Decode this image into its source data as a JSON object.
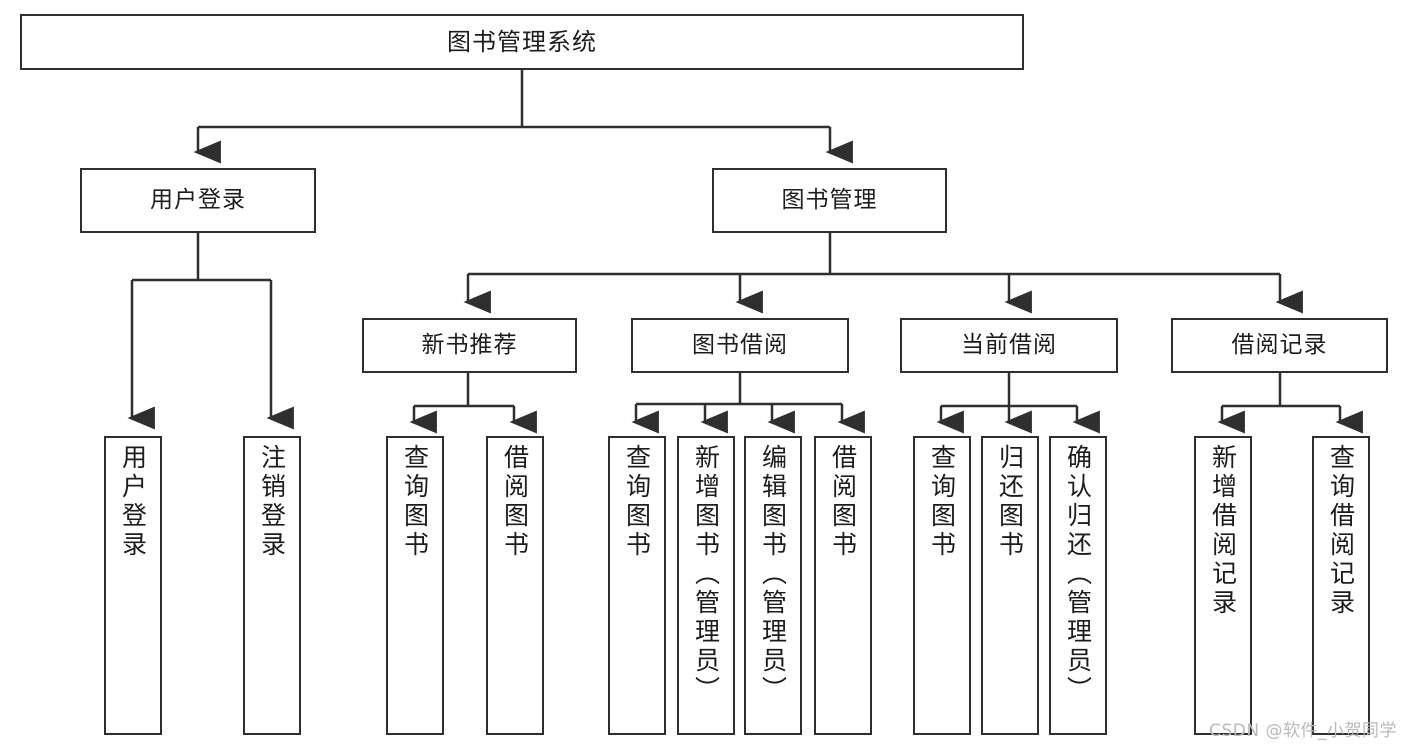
{
  "diagram": {
    "title": "图书管理系统",
    "type": "tree",
    "watermark": "CSDN @软件_小贺同学",
    "colors": {
      "stroke": "#2f2f2f",
      "fill": "#ffffff",
      "text": "#1d1d1d",
      "watermark": "#b9b9b9"
    }
  },
  "nodes": {
    "root": {
      "label": "图书管理系统"
    },
    "level1": [
      {
        "id": "user-login",
        "label": "用户登录"
      },
      {
        "id": "book-manage",
        "label": "图书管理"
      }
    ],
    "level2": [
      {
        "id": "new-book-rec",
        "label": "新书推荐"
      },
      {
        "id": "book-borrow",
        "label": "图书借阅"
      },
      {
        "id": "current-borrow",
        "label": "当前借阅"
      },
      {
        "id": "borrow-record",
        "label": "借阅记录"
      }
    ],
    "leaves": {
      "user_login": [
        {
          "id": "leaf-user-login",
          "label": "用户登录"
        },
        {
          "id": "leaf-logout-login",
          "label": "注销登录"
        }
      ],
      "new_book_rec": [
        {
          "id": "leaf-query-book-1",
          "label": "查询图书"
        },
        {
          "id": "leaf-borrow-book-1",
          "label": "借阅图书"
        }
      ],
      "book_borrow": [
        {
          "id": "leaf-query-book-2",
          "label": "查询图书"
        },
        {
          "id": "leaf-add-book",
          "label": "新增图书（管理员）"
        },
        {
          "id": "leaf-edit-book",
          "label": "编辑图书（管理员）"
        },
        {
          "id": "leaf-borrow-book-2",
          "label": "借阅图书"
        }
      ],
      "current_borrow": [
        {
          "id": "leaf-query-book-3",
          "label": "查询图书"
        },
        {
          "id": "leaf-return-book",
          "label": "归还图书"
        },
        {
          "id": "leaf-confirm-return",
          "label": "确认归还（管理员）"
        }
      ],
      "borrow_record": [
        {
          "id": "leaf-add-record",
          "label": "新增借阅记录"
        },
        {
          "id": "leaf-query-record",
          "label": "查询借阅记录"
        }
      ]
    }
  }
}
